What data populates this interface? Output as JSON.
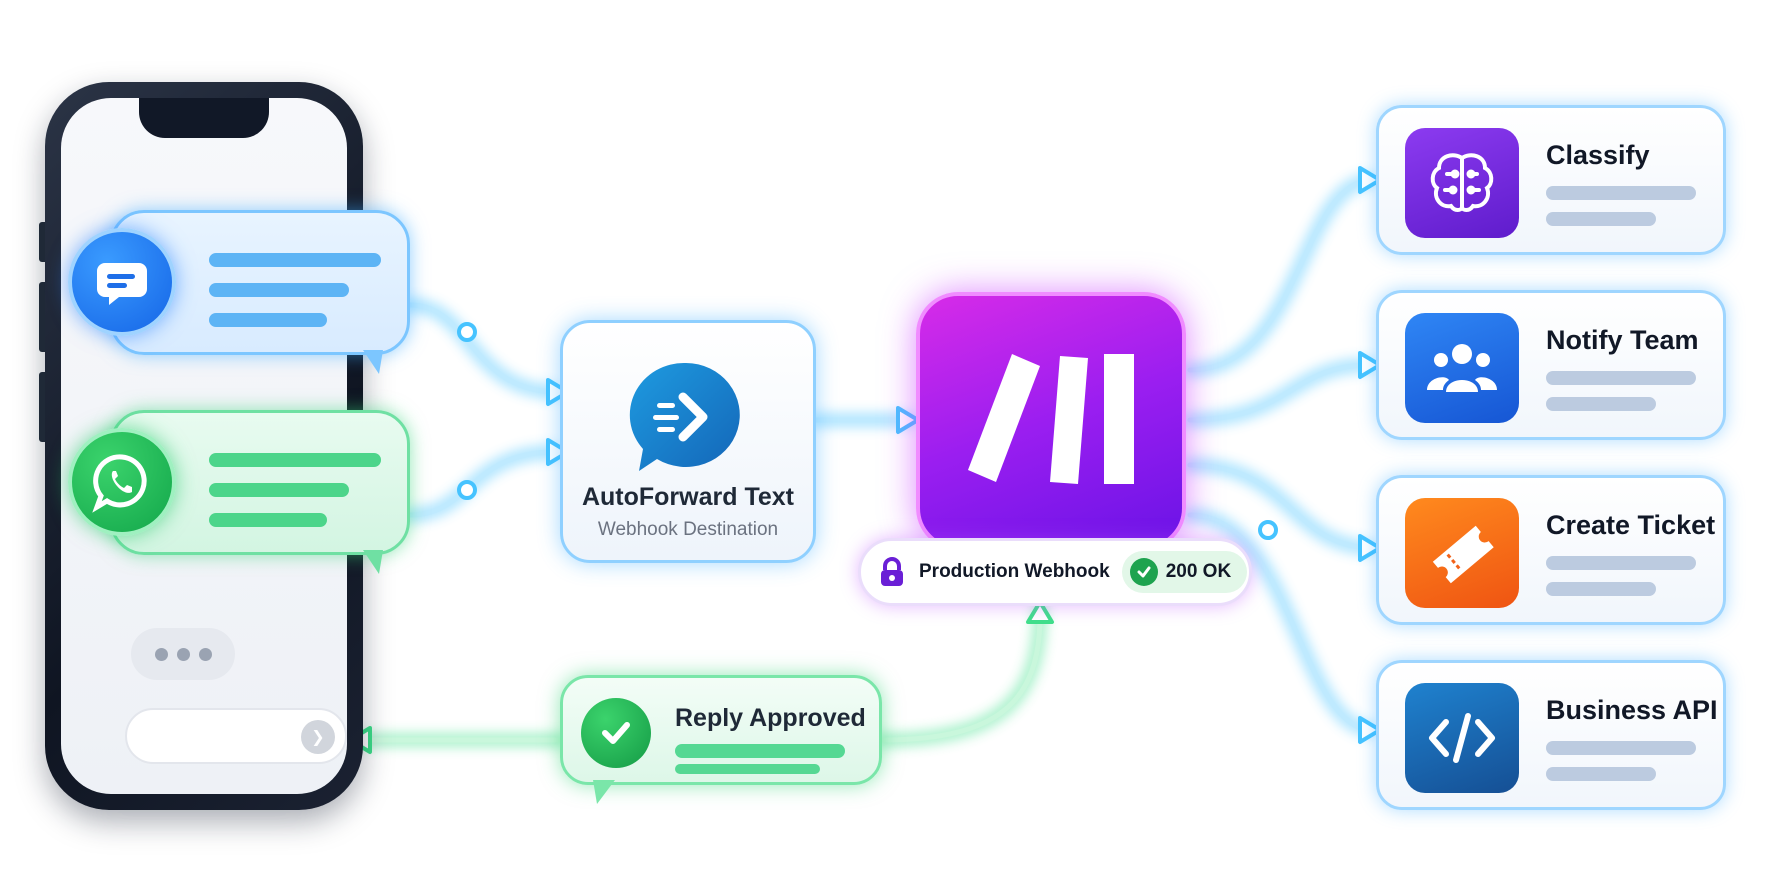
{
  "autoforward": {
    "title": "AutoForward Text",
    "subtitle": "Webhook Destination"
  },
  "webhook": {
    "label": "Production Webhook",
    "status": "200 OK"
  },
  "reply": {
    "title": "Reply Approved"
  },
  "destinations": [
    {
      "title": "Classify",
      "icon": "brain-icon",
      "color": "#7b2fe0"
    },
    {
      "title": "Notify Team",
      "icon": "team-icon",
      "color": "#1f6fe8"
    },
    {
      "title": "Create Ticket",
      "icon": "ticket-icon",
      "color": "#f2621a"
    },
    {
      "title": "Business API",
      "icon": "code-icon",
      "color": "#1b6fb8"
    }
  ],
  "colors": {
    "wire_blue": "#46c3ff",
    "wire_green": "#3ee08a",
    "make_purple": "#9a1ef0"
  }
}
